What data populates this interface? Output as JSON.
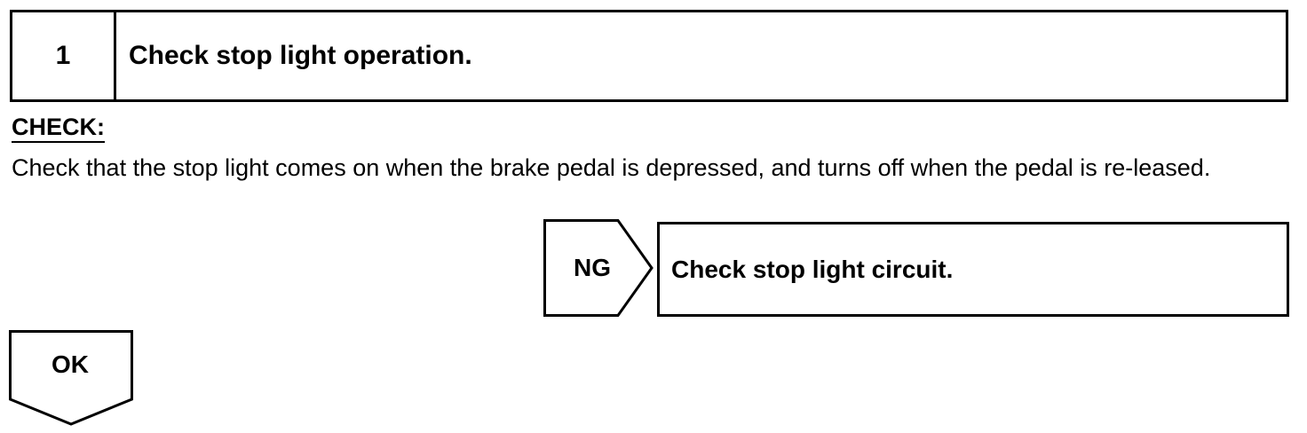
{
  "step": {
    "number": "1",
    "title": "Check stop light operation."
  },
  "check": {
    "heading": "CHECK:",
    "text": "Check that the stop light comes on when the brake pedal is depressed, and turns off when the pedal is re-leased."
  },
  "ng_branch": {
    "label": "NG",
    "action": "Check stop light circuit."
  },
  "ok_branch": {
    "label": "OK"
  }
}
